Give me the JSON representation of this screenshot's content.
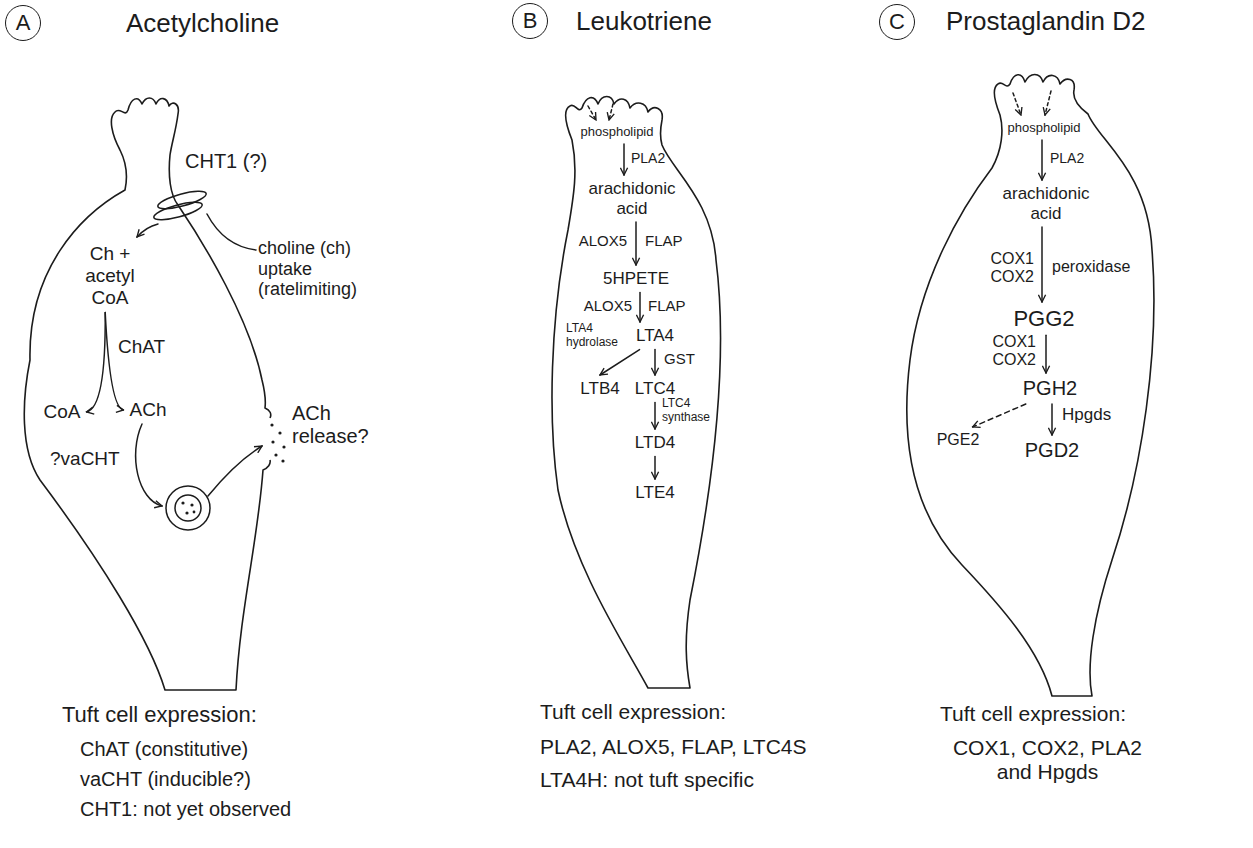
{
  "diagram": {
    "nodes": [
      {
        "text": [
          "A",
          "Acetylcholine"
        ]
      },
      {
        "text": [
          "Tuft cell expression:",
          "ChAT (constitutive)",
          "vaCHT (inducible?)",
          "CHT1: not yet observed"
        ]
      },
      {
        "text": [
          "Ch + acetyl CoA"
        ],
        "in": 1
      },
      {
        "text": [
          "CoA"
        ],
        "in": 1
      },
      {
        "text": [
          "ACh"
        ],
        "in": 1
      },
      {
        "text": [
          "B",
          "Leukotriene"
        ]
      },
      {
        "text": [
          "Tuft cell expression:",
          "PLA2, ALOX5, FLAP, LTC4S",
          "LTA4H: not tuft specific"
        ]
      },
      {
        "text": [
          "phospholipid"
        ],
        "in": 6
      },
      {
        "text": [
          "arachidonic acid"
        ],
        "in": 6
      },
      {
        "text": [
          "5HPETE"
        ],
        "in": 6
      },
      {
        "text": [
          "LTA4"
        ],
        "in": 6
      },
      {
        "text": [
          "LTB4"
        ],
        "in": 6
      },
      {
        "text": [
          "LTC4"
        ],
        "in": 6
      },
      {
        "text": [
          "LTD4"
        ],
        "in": 6
      },
      {
        "text": [
          "LTE4"
        ],
        "in": 6
      },
      {
        "text": [
          "C",
          "Prostaglandin D2"
        ]
      },
      {
        "text": [
          "Tuft cell expression:",
          "COX1, COX2, PLA2 and Hpgds"
        ]
      },
      {
        "text": [
          "phospholipid"
        ],
        "in": 16
      },
      {
        "text": [
          "arachidonic acid"
        ],
        "in": 16
      },
      {
        "text": [
          "PGG2"
        ],
        "in": 16
      },
      {
        "text": [
          "PGH2"
        ],
        "in": 16
      },
      {
        "text": [
          "PGE2"
        ],
        "in": 16
      },
      {
        "text": [
          "PGD2"
        ],
        "in": 16
      }
    ],
    "edges": [
      {
        "from": 2,
        "to": 3,
        "arrow": "to"
      },
      {
        "from": 2,
        "to": 4,
        "label": "ChAT",
        "arrow": "to"
      },
      {
        "from": 7,
        "to": 8,
        "label": "PLA2",
        "arrow": "to"
      },
      {
        "from": 8,
        "to": 9,
        "label": "FLAP",
        "arrow": "to"
      },
      {
        "from": 9,
        "to": 10,
        "label": "FLAP",
        "arrow": "to"
      },
      {
        "from": 10,
        "to": 11,
        "label": "LTA4 hydrolase",
        "arrow": "to"
      },
      {
        "from": 10,
        "to": 12,
        "label": "GST",
        "arrow": "to"
      },
      {
        "from": 12,
        "to": 13,
        "label": "LTC4 synthase",
        "arrow": "to"
      },
      {
        "from": 13,
        "to": 14,
        "arrow": "to"
      },
      {
        "from": 17,
        "to": 18,
        "label": "PLA2",
        "arrow": "to"
      },
      {
        "from": 18,
        "to": 19,
        "label": "peroxidase",
        "arrow": "to"
      },
      {
        "from": 19,
        "to": 20,
        "arrow": "to"
      },
      {
        "from": 20,
        "to": 21,
        "arrow": "to"
      },
      {
        "from": 20,
        "to": 22,
        "label": "Hpgds",
        "arrow": "to"
      }
    ],
    "labels": [
      "CHT1 (?)",
      "choline (ch) uptake (ratelimiting)",
      "?vaCHT",
      "ACh release?",
      "ALOX5",
      "ALOX5",
      "COX1 COX2",
      "COX1 COX2"
    ]
  }
}
